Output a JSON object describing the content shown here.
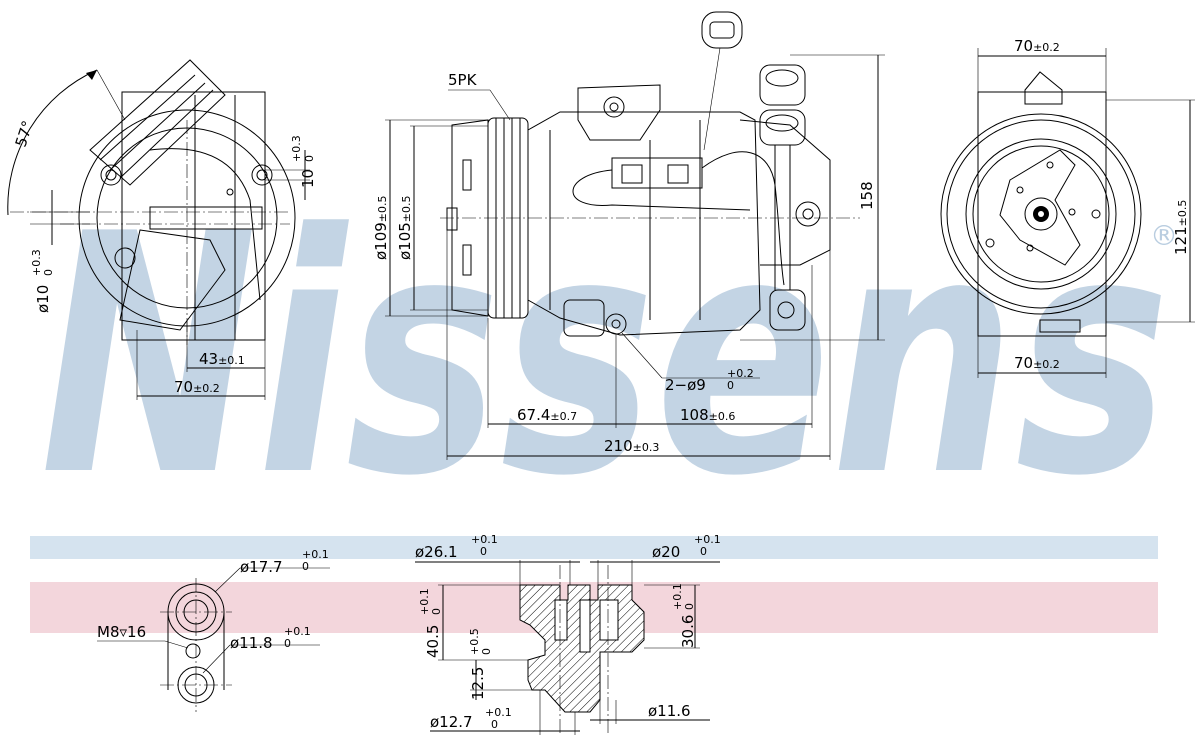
{
  "brand": {
    "watermark": "Nissens",
    "registered_mark": "®",
    "watermark_color": "#b9cde0",
    "band_blue": "#d5e3ef",
    "band_pink": "#f3d6dc"
  },
  "dimensions": {
    "angle": "57°",
    "side_view": {
      "bolt_dia_top": "10",
      "bolt_dia_top_tol": "+0.3",
      "bolt_dia_top_tol_low": "0",
      "bolt_dia_left": "ø10",
      "bolt_dia_left_tol": "+0.3",
      "bolt_dia_left_tol_low": "0",
      "width_43": "43",
      "width_43_tol": "±0.1",
      "width_70": "70",
      "width_70_tol": "±0.2"
    },
    "front_view": {
      "belt": "5PK",
      "pulley_outer": "ø109",
      "pulley_outer_tol": "±0.5",
      "pulley_inner": "ø105",
      "pulley_inner_tol": "±0.5",
      "height": "158",
      "holes": "2−ø9",
      "holes_tol": "+0.2",
      "holes_tol_low": "0",
      "len_67": "67.4",
      "len_67_tol": "±0.7",
      "len_108": "108",
      "len_108_tol": "±0.6",
      "len_210": "210",
      "len_210_tol": "±0.3"
    },
    "end_view": {
      "top_width": "70",
      "top_width_tol": "±0.2",
      "height": "121",
      "height_tol": "±0.5",
      "bottom_width": "70",
      "bottom_width_tol": "±0.2"
    },
    "port_detail": {
      "outer_dia": "ø17.7",
      "outer_dia_tol": "+0.1",
      "outer_dia_tol_low": "0",
      "thread": "M8",
      "thread_depth": "16",
      "inner_dia": "ø11.8",
      "inner_dia_tol": "+0.1",
      "inner_dia_tol_low": "0"
    },
    "section_detail": {
      "dia_26": "ø26.1",
      "dia_26_tol": "+0.1",
      "dia_26_tol_low": "0",
      "dia_20": "ø20",
      "dia_20_tol": "+0.1",
      "dia_20_tol_low": "0",
      "h_40": "40.5",
      "h_40_tol": "+0.1",
      "h_40_tol_low": "0",
      "h_12": "12.5",
      "h_12_tol": "+0.5",
      "h_12_tol_low": "0",
      "h_30": "30.6",
      "h_30_tol": "+0.1",
      "h_30_tol_low": "0",
      "dia_12": "ø12.7",
      "dia_12_tol": "+0.1",
      "dia_12_tol_low": "0",
      "dia_11": "ø11.6"
    }
  }
}
